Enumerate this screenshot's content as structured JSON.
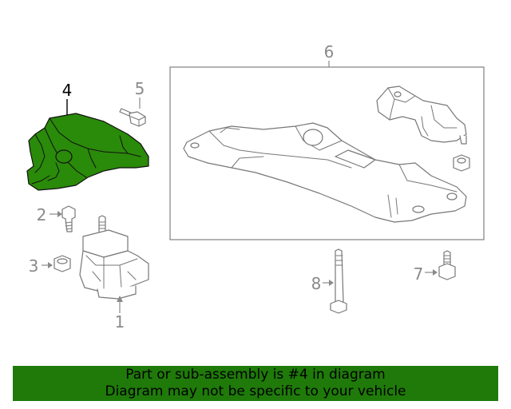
{
  "diagram": {
    "callouts": [
      {
        "id": "1",
        "label": "1"
      },
      {
        "id": "2",
        "label": "2"
      },
      {
        "id": "3",
        "label": "3"
      },
      {
        "id": "4",
        "label": "4",
        "highlighted": true
      },
      {
        "id": "5",
        "label": "5"
      },
      {
        "id": "6",
        "label": "6"
      },
      {
        "id": "7",
        "label": "7"
      },
      {
        "id": "8",
        "label": "8"
      }
    ],
    "highlight_color": "#2a8a0a"
  },
  "banner": {
    "line1": "Part or sub-assembly is #4 in diagram",
    "line2": "Diagram may not be specific to your vehicle",
    "color": "#1f7a0a"
  }
}
